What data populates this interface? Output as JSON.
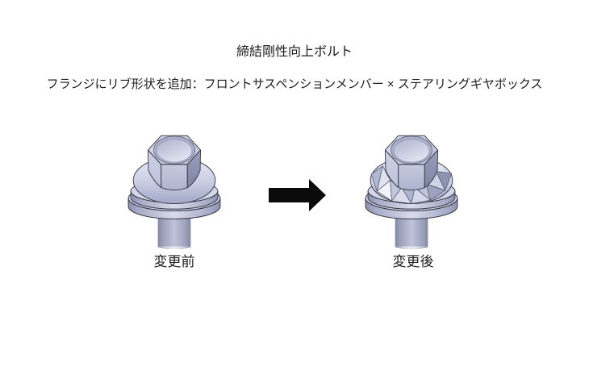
{
  "title": "締結剛性向上ボルト",
  "subtitle": "フランジにリブ形状を追加：フロントサスペンションメンバー × ステアリングギヤボックス",
  "figures": {
    "before": {
      "label": "変更前",
      "image_name": "flange-bolt-without-ribs"
    },
    "after": {
      "label": "変更後",
      "image_name": "flange-bolt-with-ribs"
    }
  },
  "icons": {
    "arrow": "right-arrow"
  },
  "colors": {
    "background": "#ffffff",
    "text": "#1c1c1c",
    "arrow": "#0b0b0b",
    "bolt_body": "#c6cae2",
    "bolt_highlight": "#e8eaf5",
    "bolt_shadow": "#8e93b0",
    "bolt_outline": "#3a3a46"
  }
}
